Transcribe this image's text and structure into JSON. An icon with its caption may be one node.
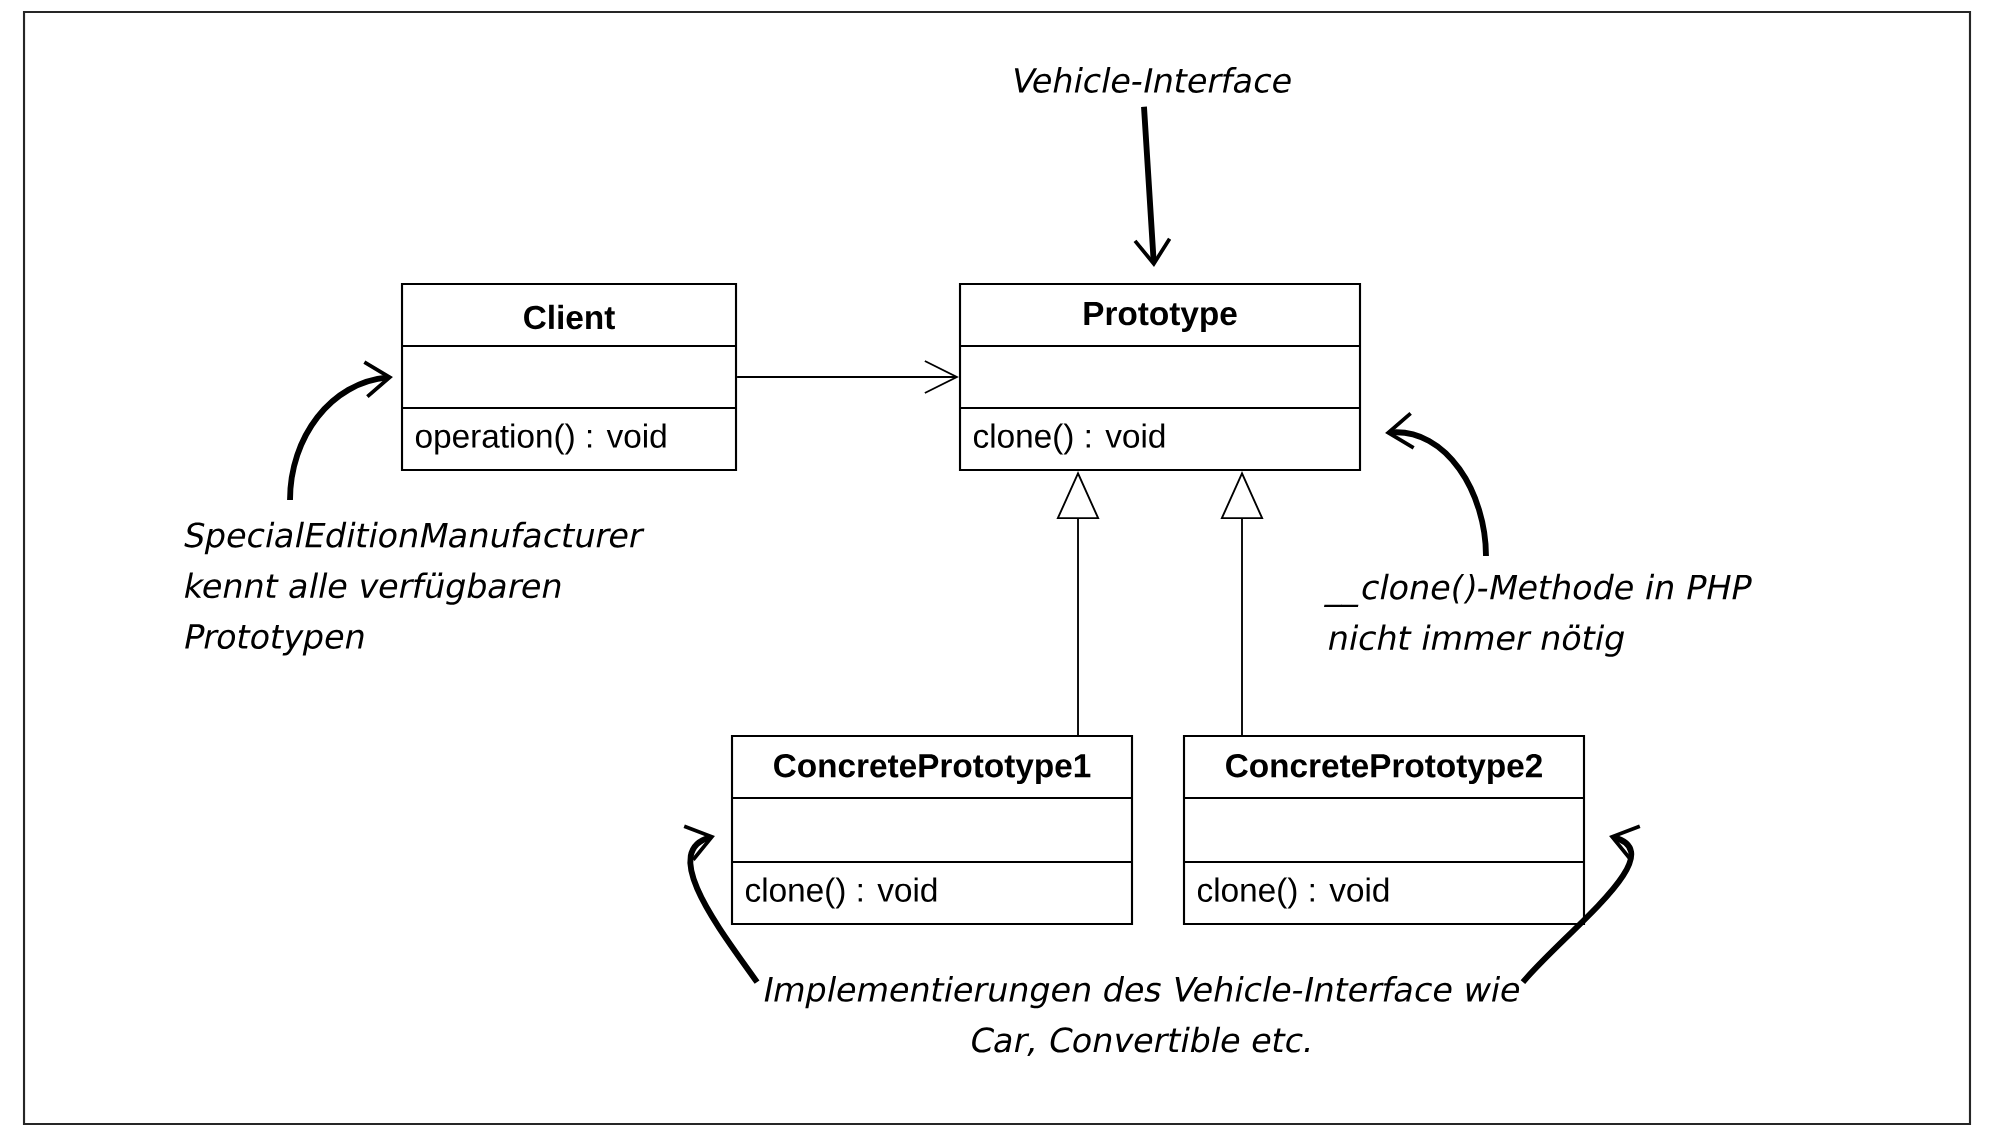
{
  "diagram": {
    "nodes": [
      {
        "text": [
          "Vehicle-Interface"
        ]
      },
      {
        "text": [
          "Client",
          "operation() : void"
        ]
      },
      {
        "text": [
          "Prototype",
          "clone() : void"
        ]
      },
      {
        "text": [
          "SpecialEditionManufacturer kennt alle verfügbaren Prototypen"
        ]
      },
      {
        "text": [
          "__clone()-Methode in PHP nicht immer nötig"
        ]
      },
      {
        "text": [
          "ConcretePrototype1",
          "clone() : void"
        ]
      },
      {
        "text": [
          "ConcretePrototype2",
          "clone() : void"
        ]
      },
      {
        "text": [
          "Implementierungen des Vehicle-Interface wie Car, Convertible etc."
        ]
      }
    ],
    "edges": [
      {
        "from": 0,
        "to": 2,
        "arrow": "to"
      },
      {
        "from": 1,
        "to": 2,
        "arrow": "to"
      },
      {
        "from": 3,
        "to": 1,
        "arrow": "to"
      },
      {
        "from": 4,
        "to": 2,
        "arrow": "to"
      },
      {
        "from": 5,
        "to": 2,
        "arrow": "to"
      },
      {
        "from": 6,
        "to": 2,
        "arrow": "to"
      },
      {
        "from": 7,
        "to": 5,
        "arrow": "to"
      },
      {
        "from": 7,
        "to": 6,
        "arrow": "to"
      }
    ]
  }
}
